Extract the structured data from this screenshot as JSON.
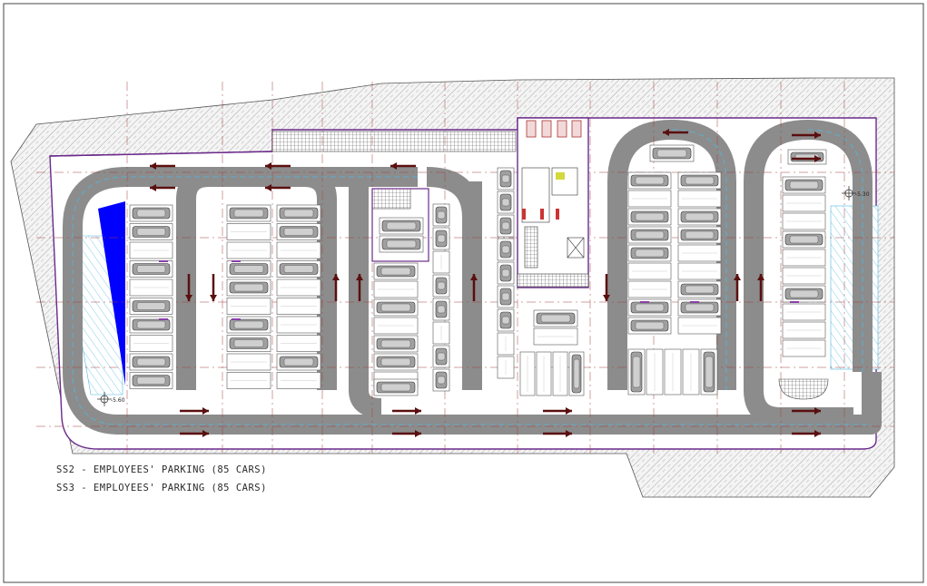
{
  "plan": {
    "legend": [
      "SS2 - EMPLOYEES' PARKING (85 CARS)",
      "SS3 - EMPLOYEES' PARKING (85 CARS)"
    ],
    "elevations": {
      "left": "-5.60",
      "right": "-5.30"
    }
  },
  "colors": {
    "road": "#8c8c8c",
    "boundary": "#6a2a8a",
    "arrow": "#5a0f0f",
    "ramp_fill": "#0000ff",
    "ramp_hatch": "#4fb8e0",
    "grid_line": "#a44040",
    "soil_hatch": "#9a9a9a",
    "car_fill": "#a0a0a0"
  },
  "icons": [
    "north-marker-icon",
    "direction-arrow-icon",
    "car-icon"
  ]
}
